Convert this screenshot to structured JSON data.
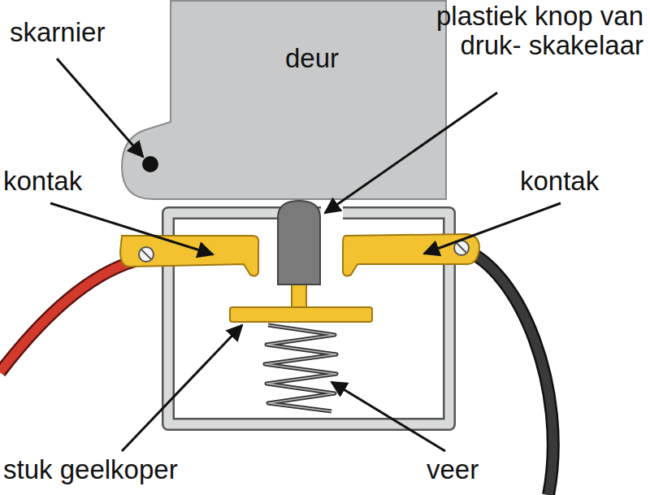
{
  "diagram": {
    "nodes": [
      {
        "text": [
          "deur"
        ]
      }
    ],
    "labels": [
      "skarnier",
      "plastiek knop van druk- skakelaar",
      "kontak",
      "kontak",
      "stuk geelkoper",
      "veer"
    ]
  }
}
